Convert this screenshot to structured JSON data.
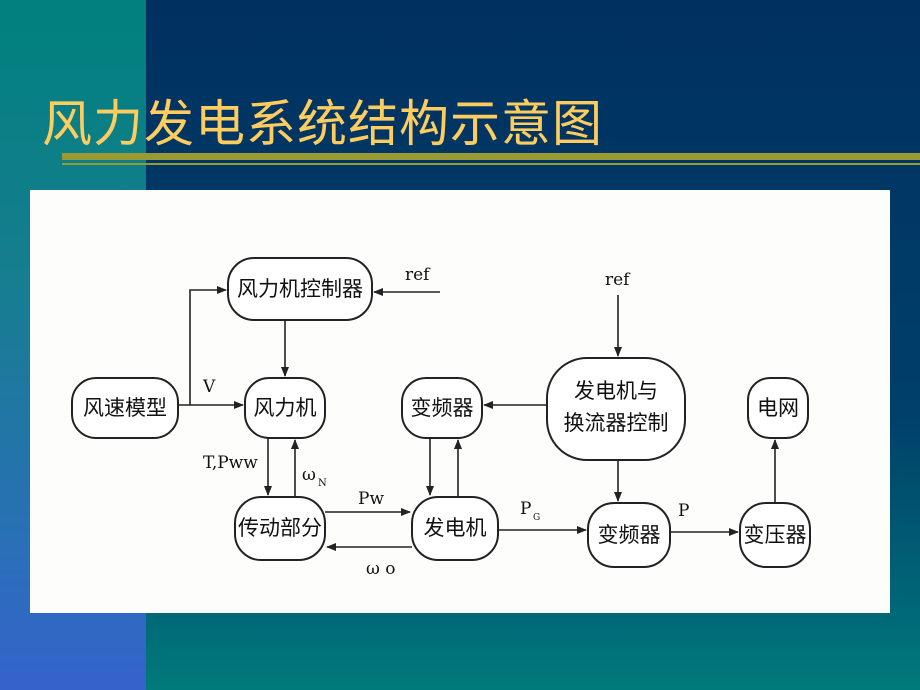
{
  "slide": {
    "title": "风力发电系统结构示意图"
  },
  "diagram": {
    "nodes": {
      "turbine_controller": "风力机控制器",
      "wind_model": "风速模型",
      "turbine": "风力机",
      "inverter_top": "变频器",
      "gen_controller_line1": "发电机与",
      "gen_controller_line2": "换流器控制",
      "grid": "电网",
      "drivetrain": "传动部分",
      "generator": "发电机",
      "inverter_bottom": "变频器",
      "transformer": "变压器"
    },
    "labels": {
      "ref1": "ref",
      "ref2": "ref",
      "v": "V",
      "t_pww": "T,Pww",
      "omega_n": "ω",
      "omega_n_sub": "N",
      "pw": "Pw",
      "omega_0": "ω o",
      "pg": "P",
      "pg_sub": "G",
      "p": "P"
    }
  }
}
